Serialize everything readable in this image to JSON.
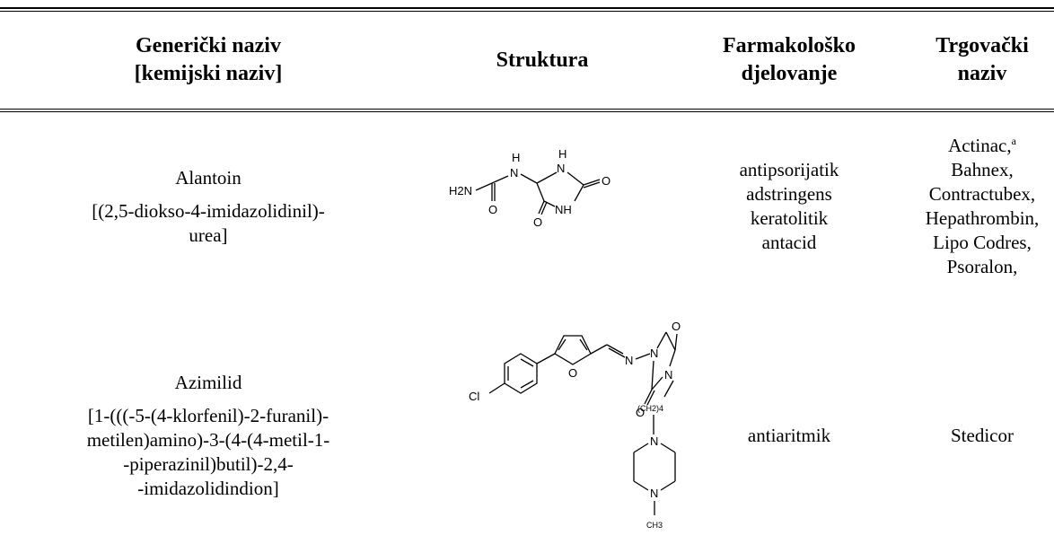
{
  "table": {
    "headers": {
      "generic": [
        "Generički naziv",
        "[kemijski naziv]"
      ],
      "structure": "Struktura",
      "action": [
        "Farmakološko",
        "djelovanje"
      ],
      "trade": [
        "Trgovački",
        "naziv"
      ]
    },
    "rows": [
      {
        "generic_name": "Alantoin",
        "chemical_name": [
          "[(2,5-diokso-4-imidazolidinil)-",
          "urea]"
        ],
        "structure_labels": {
          "h2n": "H2N",
          "n1": "N",
          "h1": "H",
          "h2": "H",
          "nh_top": "N",
          "nh_bottom": "NH",
          "o1": "O",
          "o2": "O",
          "o3": "O"
        },
        "action": [
          "antipsorijatik",
          "adstringens",
          "keratolitik",
          "antacid"
        ],
        "trade_first": "Actinac,",
        "trade_first_sup": "a",
        "trade_rest": [
          "Bahnex,",
          "Contractubex,",
          "Hepathrombin,",
          "Lipo Codres,",
          "Psoralon,"
        ]
      },
      {
        "generic_name": "Azimilid",
        "chemical_name": [
          "[1-(((-5-(4-klorfenil)-2-furanil)-",
          "metilen)amino)-3-(4-(4-metil-1-",
          "-piperazinil)butil)-2,4-",
          "-imidazolidindion]"
        ],
        "structure_labels": {
          "cl": "Cl",
          "o_furan": "O",
          "n_imine": "N",
          "n1": "N",
          "n3": "N",
          "o_top": "O",
          "o_bottom": "O",
          "ch2": "(CH2)4",
          "pn1": "N",
          "pn2": "N",
          "ch3": "CH3"
        },
        "action": [
          "antiaritmik"
        ],
        "trade": [
          "Stedicor"
        ]
      }
    ]
  }
}
